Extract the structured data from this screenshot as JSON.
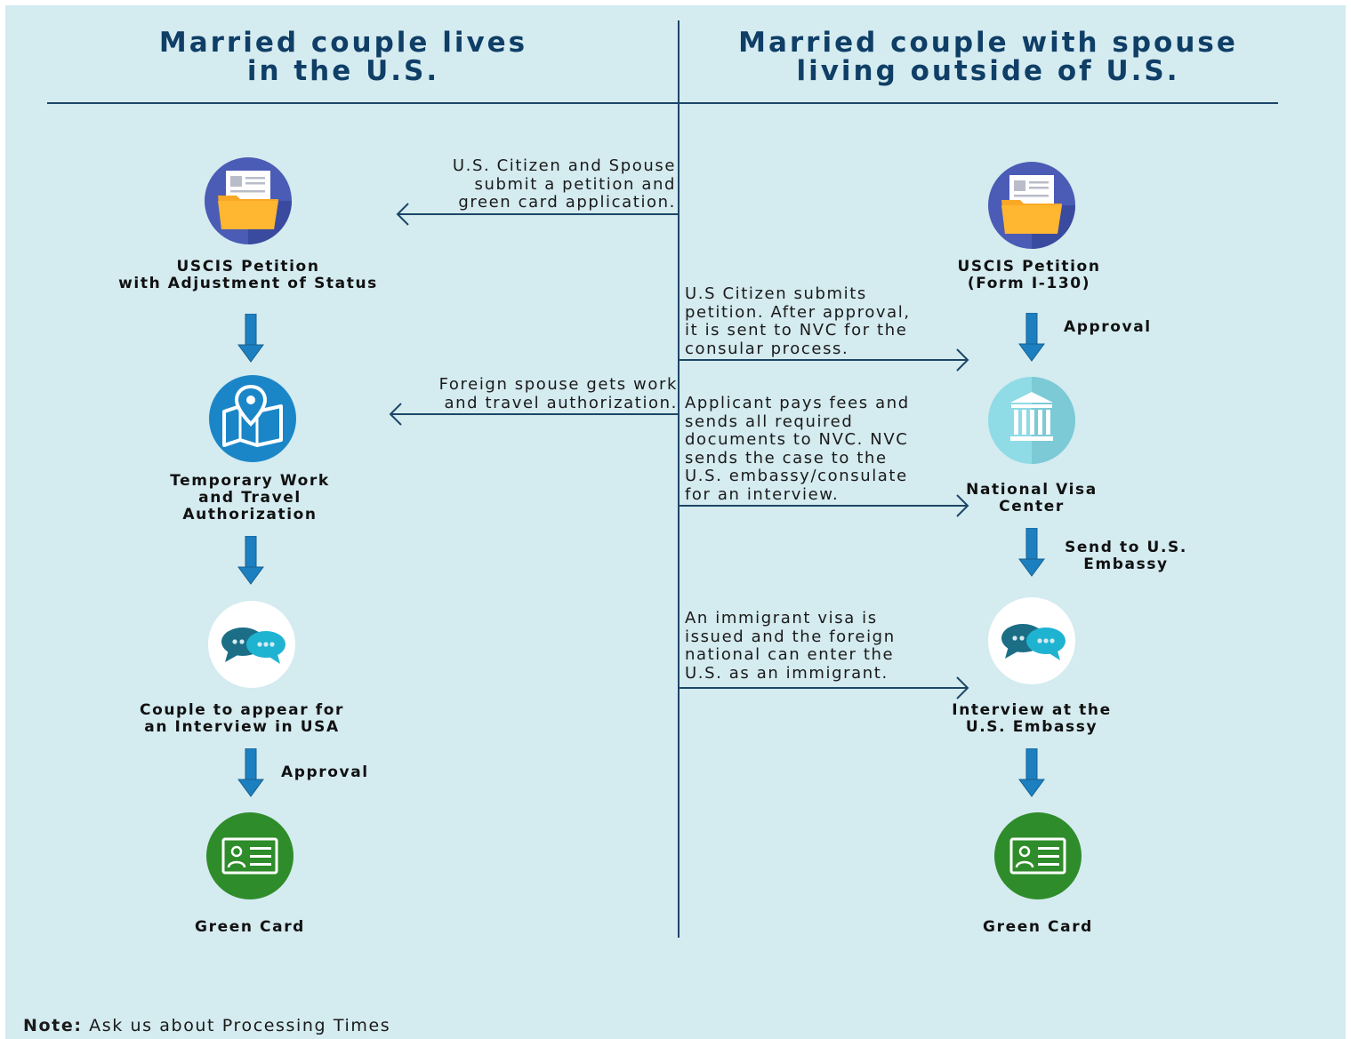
{
  "left_heading": "Married couple lives\nin the U.S.",
  "right_heading": "Married couple with spouse\nliving outside of U.S.",
  "left_column": {
    "steps": [
      {
        "label": "USCIS Petition\nwith Adjustment of Status",
        "icon": "folder-document-icon"
      },
      {
        "label": "Temporary Work\nand Travel\nAuthorization",
        "icon": "map-pin-icon"
      },
      {
        "label": "Couple to appear for\nan Interview in USA",
        "icon": "chat-bubbles-icon"
      },
      {
        "label": "Green Card",
        "icon": "id-card-icon"
      }
    ],
    "approval_label": "Approval"
  },
  "right_column": {
    "steps": [
      {
        "label": "USCIS Petition\n(Form I-130)",
        "icon": "folder-document-icon"
      },
      {
        "label": "National Visa\nCenter",
        "icon": "government-building-icon"
      },
      {
        "label": "Interview at the\nU.S. Embassy",
        "icon": "chat-bubbles-icon"
      },
      {
        "label": "Green Card",
        "icon": "id-card-icon"
      }
    ],
    "approval_label": "Approval",
    "send_label": "Send to U.S.\nEmbassy"
  },
  "center_notes": {
    "left_1": "U.S. Citizen and Spouse\nsubmit a petition and\ngreen card application.",
    "left_2": "Foreign spouse gets work\nand travel authorization.",
    "right_1": "U.S Citizen submits\npetition. After approval,\nit is sent to NVC for the\nconsular process.",
    "right_2": "Applicant pays fees and\nsends all required\ndocuments to NVC. NVC\nsends the case to the\nU.S. embassy/consulate\nfor an interview.",
    "right_3": "An immigrant visa is\nissued and the foreign\nnational can enter the\nU.S. as an immigrant."
  },
  "note": {
    "prefix": "Note:",
    "text": "Ask us about Processing Times"
  },
  "colors": {
    "background": "#d4ebf0",
    "heading": "#0f3e66",
    "line": "#1d4667",
    "down_arrow": "#1c7fc0",
    "folder_circle": "#4a5cb5",
    "map_circle": "#1a86c8",
    "chat_circle": "#ffffff",
    "building_circle": "#8fdbe6",
    "green_card_circle": "#2f8c2a"
  }
}
